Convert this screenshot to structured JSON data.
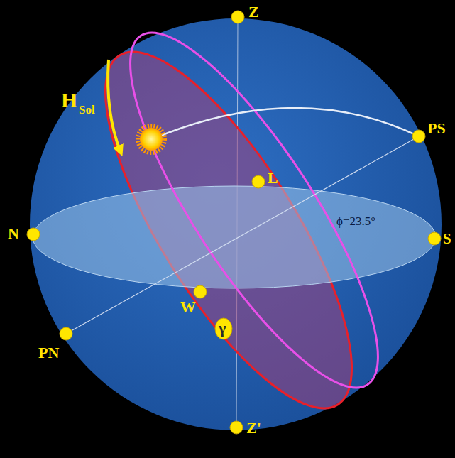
{
  "diagram": {
    "labels": [
      "Z",
      "H",
      "Sol",
      "PS",
      "L",
      "N",
      "S",
      "ϕ=23.5°",
      "W",
      "PN",
      "γ",
      "Z'"
    ]
  }
}
